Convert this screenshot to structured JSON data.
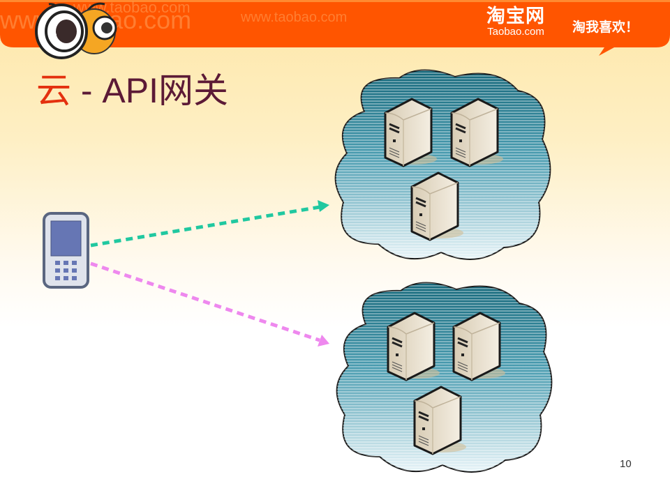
{
  "header": {
    "watermark_1": "www.taobao.com",
    "watermark_2": "www.taobao.com",
    "watermark_3": "www.taobao.com",
    "brand_cn": "淘宝网",
    "brand_en": "Taobao.com",
    "slogan": "淘我喜欢！",
    "bar_color": "#ff5500"
  },
  "slide": {
    "title_part1": "云",
    "title_part2": " - API网关",
    "page_number": "10"
  },
  "diagram": {
    "clouds": [
      {
        "name": "cloud-cluster-1",
        "servers": 3
      },
      {
        "name": "cloud-cluster-2",
        "servers": 3
      }
    ],
    "arrows": [
      {
        "from": "mobile-phone",
        "to": "cloud-cluster-1",
        "color": "#20c8a0",
        "style": "dashed"
      },
      {
        "from": "mobile-phone",
        "to": "cloud-cluster-2",
        "color": "#ee88ee",
        "style": "dashed"
      }
    ]
  }
}
